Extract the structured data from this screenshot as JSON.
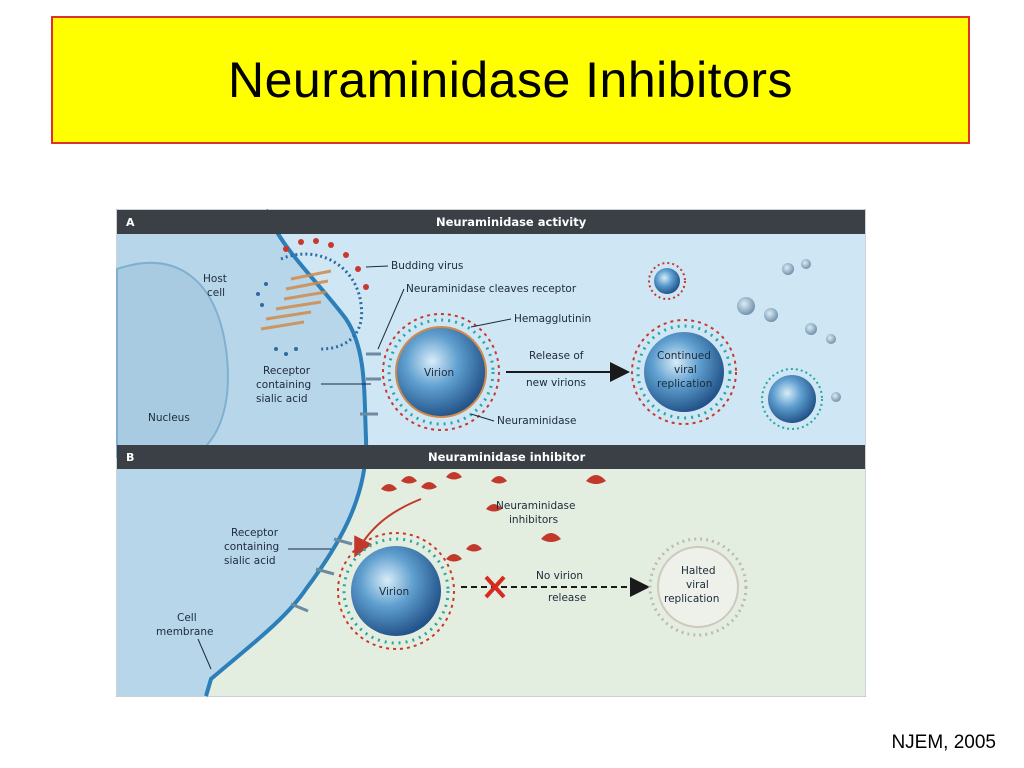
{
  "title": "Neuraminidase Inhibitors",
  "citation": "NJEM, 2005",
  "figure": {
    "panel_a": {
      "letter": "A",
      "header": "Neuraminidase activity",
      "labels": {
        "host_cell_line1": "Host",
        "host_cell_line2": "cell",
        "nucleus": "Nucleus",
        "budding_virus": "Budding virus",
        "cleaves_receptor": "Neuraminidase cleaves receptor",
        "hemagglutinin": "Hemagglutinin",
        "receptor_line1": "Receptor",
        "receptor_line2": "containing",
        "receptor_line3": "sialic acid",
        "virion": "Virion",
        "release_line1": "Release of",
        "release_line2": "new virions",
        "neuraminidase": "Neuraminidase",
        "continued_line1": "Continued",
        "continued_line2": "viral",
        "continued_line3": "replication"
      }
    },
    "panel_b": {
      "letter": "B",
      "header": "Neuraminidase inhibitor",
      "labels": {
        "inhibitors_line1": "Neuraminidase",
        "inhibitors_line2": "inhibitors",
        "receptor_line1": "Receptor",
        "receptor_line2": "containing",
        "receptor_line3": "sialic acid",
        "virion": "Virion",
        "no_release_line1": "No virion",
        "no_release_line2": "release",
        "halted_line1": "Halted",
        "halted_line2": "viral",
        "halted_line3": "replication",
        "cell_membrane_line1": "Cell",
        "cell_membrane_line2": "membrane"
      }
    },
    "colors": {
      "panel_a_bg": "#cfe6f4",
      "panel_b_bg": "#e4eee0",
      "cell": "#b8d7ea",
      "membrane": "#2c7fb8",
      "header_bar": "#3b4047",
      "virion_core": "#2e6aa3",
      "spike_red": "#c8382e",
      "spike_teal": "#2aa6a6",
      "inhibitor": "#c0392b"
    }
  }
}
